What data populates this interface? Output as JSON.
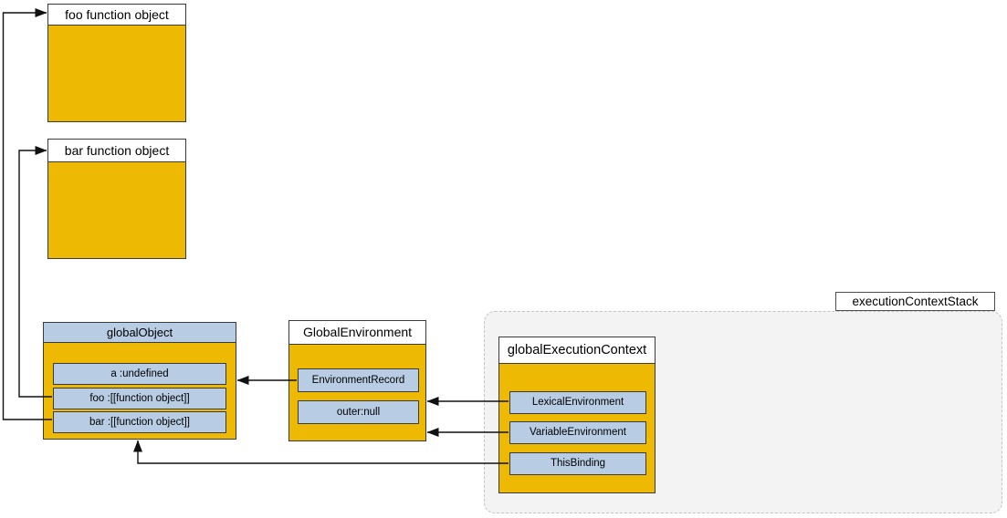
{
  "boxes": {
    "foo_function": {
      "title": "foo function object"
    },
    "bar_function": {
      "title": "bar function object"
    },
    "global_object": {
      "title": "globalObject",
      "rows": [
        {
          "label": "a :undefined"
        },
        {
          "label": "foo :[[function object]]"
        },
        {
          "label": "bar :[[function object]]"
        }
      ]
    },
    "global_environment": {
      "title": "GlobalEnvironment",
      "rows": [
        {
          "label": "EnvironmentRecord"
        },
        {
          "label": "outer:null"
        }
      ]
    },
    "global_execution_context": {
      "title": "globalExecutionContext",
      "rows": [
        {
          "label": "LexicalEnvironment"
        },
        {
          "label": "VariableEnvironment"
        },
        {
          "label": "ThisBinding"
        }
      ]
    },
    "execution_context_stack": {
      "label": "executionContextStack"
    }
  },
  "connections": [
    {
      "from": "global-object-row-bar",
      "to": "foo-function-object-box"
    },
    {
      "from": "global-object-row-foo",
      "to": "bar-function-object-box"
    },
    {
      "from": "environment-record-row",
      "to": "global-object-box"
    },
    {
      "from": "lexical-environment-row",
      "to": "global-environment-box"
    },
    {
      "from": "variable-environment-row",
      "to": "global-environment-box"
    },
    {
      "from": "this-binding-row",
      "to": "global-object-box"
    }
  ],
  "colors": {
    "body_gold": "#EEB902",
    "header_blue": "#B8CCE4",
    "panel_gray": "#F3F3F3",
    "border_dark": "#3B3B3B",
    "arrow_black": "#111111"
  }
}
